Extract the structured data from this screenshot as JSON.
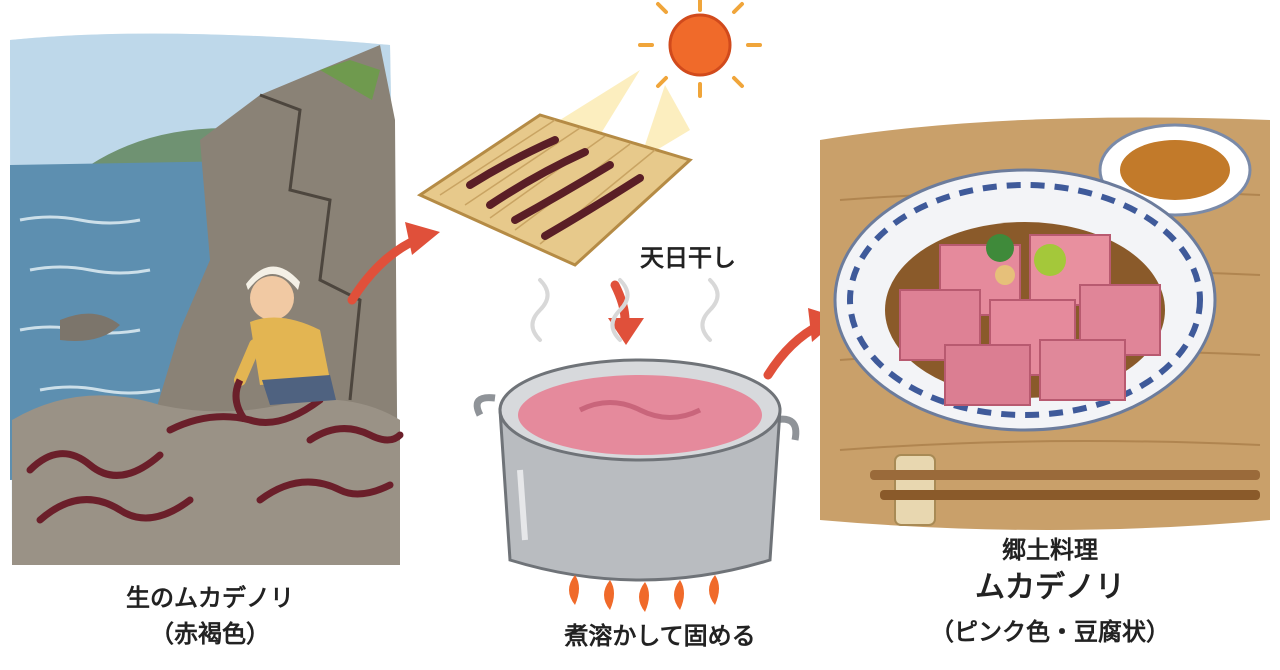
{
  "panels": {
    "raw": {
      "label_line1": "生のムカデノリ",
      "label_line2": "（赤褐色）"
    },
    "sun_dry": {
      "label": "天日干し"
    },
    "boil": {
      "label": "煮溶かして固める"
    },
    "dish": {
      "label_line1": "郷土料理",
      "label_line2": "ムカデノリ",
      "label_line3": "（ピンク色・豆腐状）"
    }
  },
  "colors": {
    "arrow": "#e0503a",
    "seaweed": "#6b1f2a",
    "jelly": "#e58a9c",
    "sea": "#5d8fb0",
    "rock": "#8a8276",
    "pot": "#b9bcc0",
    "table": "#c9a06a",
    "sun": "#f06a2a"
  },
  "icons": [
    "sun-icon",
    "arrow-icon",
    "bamboo-tray-icon",
    "pot-icon",
    "flame-icon",
    "steam-icon",
    "chopsticks-icon",
    "bowl-icon"
  ]
}
